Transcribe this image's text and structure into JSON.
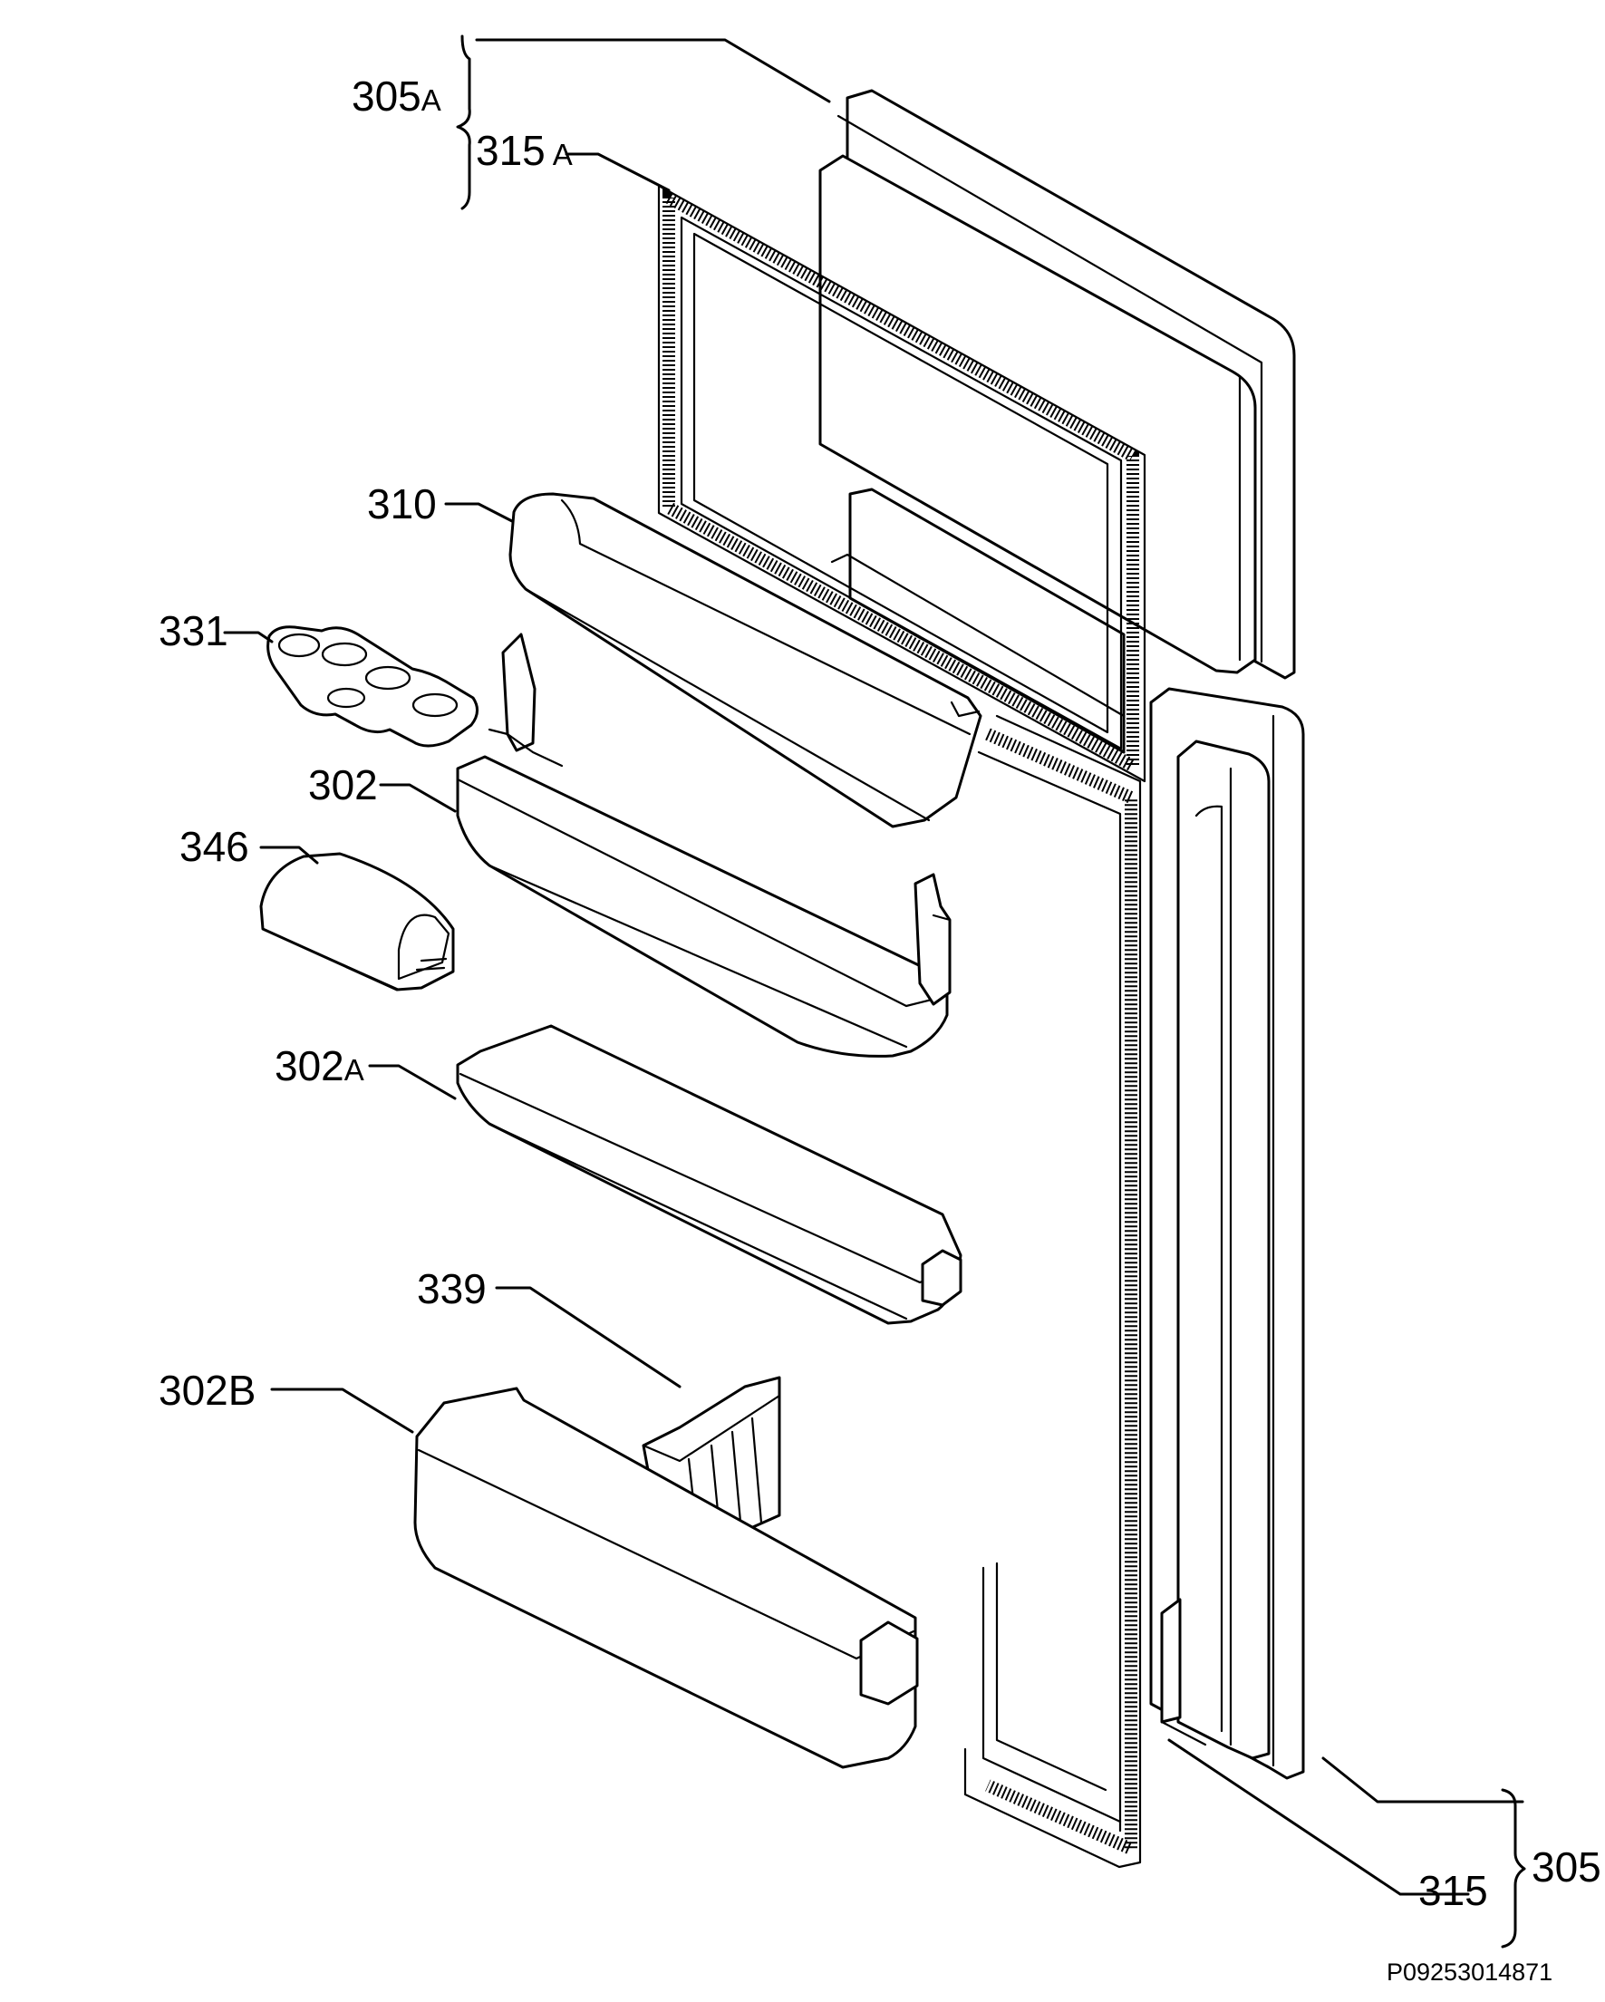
{
  "labels": {
    "l305a": "305",
    "l305a_suffix": "A",
    "l315a": "315",
    "l315a_suffix": "A",
    "l310": "310",
    "l331": "331",
    "l302": "302",
    "l346": "346",
    "l302a": "302",
    "l302a_suffix": "A",
    "l339": "339",
    "l302b": "302B",
    "l305": "305",
    "l315": "315"
  },
  "diagram_code": "P09253014871"
}
